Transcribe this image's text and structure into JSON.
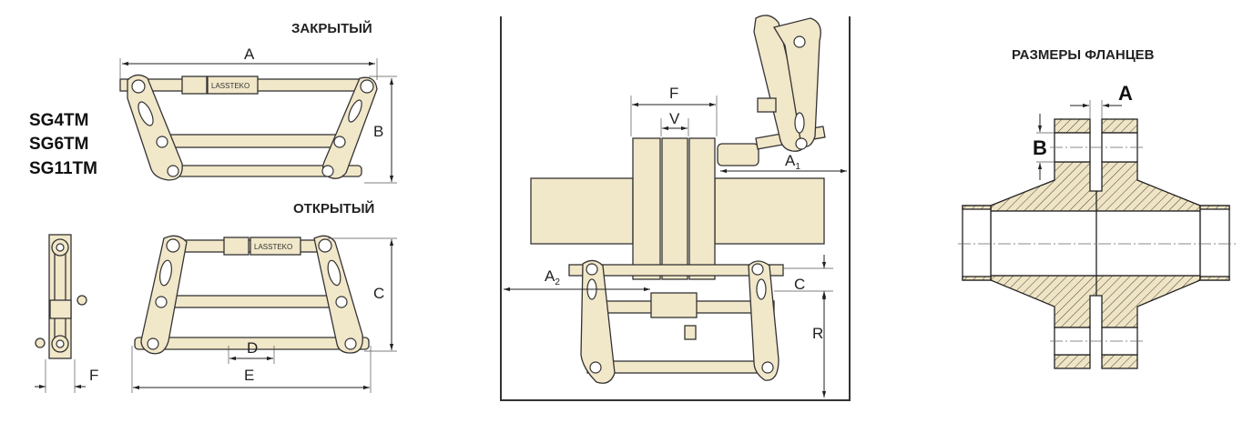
{
  "left_panel": {
    "state_closed": "ЗАКРЫТЫЙ",
    "state_open": "ОТКРЫТЫЙ",
    "models": [
      "SG4TM",
      "SG6TM",
      "SG11TM"
    ],
    "dims": {
      "A": "A",
      "B": "B",
      "C": "C",
      "D": "D",
      "E": "E",
      "F": "F"
    },
    "brand": "LASSTEKO"
  },
  "middle_panel": {
    "dims": {
      "F": "F",
      "V": "V",
      "A1": "A",
      "A1_sub": "1",
      "A2": "A",
      "A2_sub": "2",
      "C": "C",
      "R": "R"
    }
  },
  "right_panel": {
    "title": "РАЗМЕРЫ ФЛАНЦЕВ",
    "dims": {
      "A": "A",
      "B": "B"
    }
  },
  "colors": {
    "part_fill": "#f1e7c9",
    "outline": "#333333"
  }
}
